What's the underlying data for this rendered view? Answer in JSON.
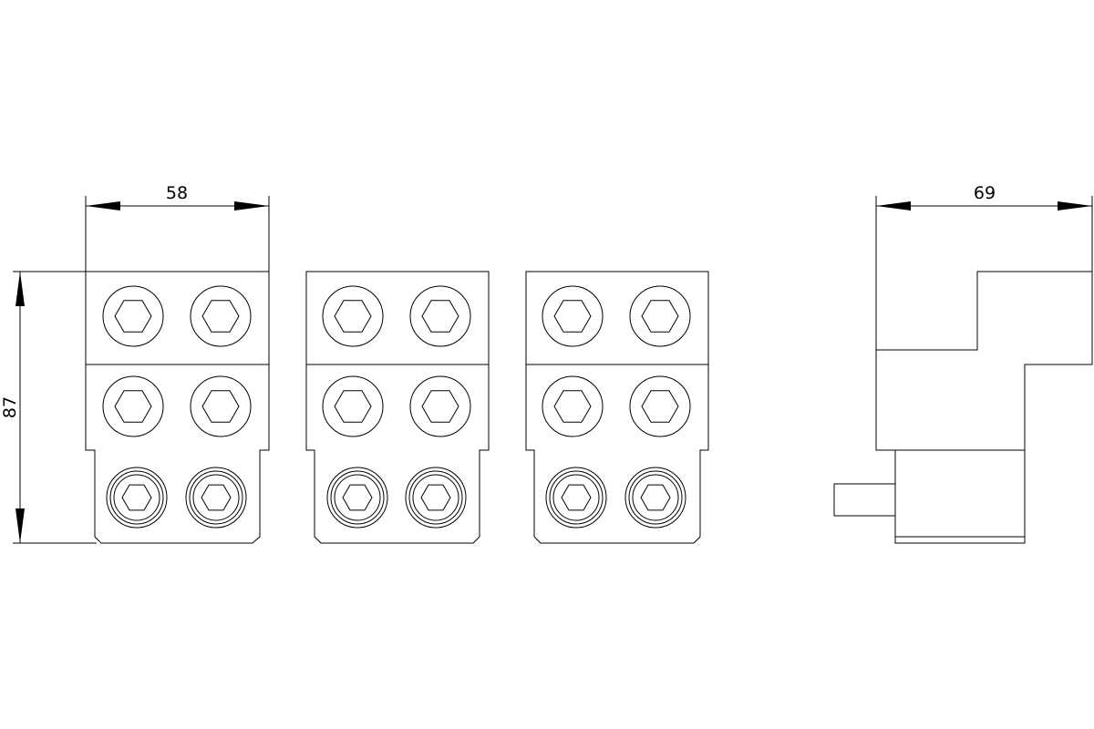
{
  "dimensions": {
    "width_front": "58",
    "height_front": "87",
    "depth_side": "69"
  },
  "colors": {
    "background": "#ffffff",
    "line": "#000000"
  }
}
